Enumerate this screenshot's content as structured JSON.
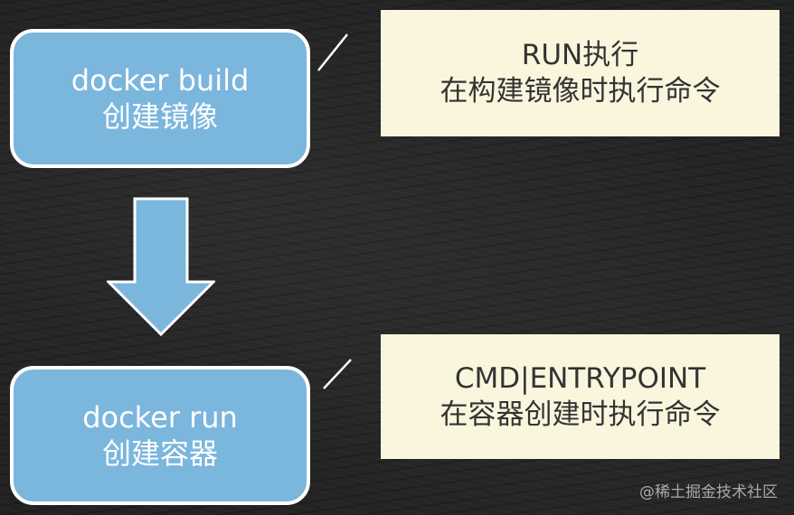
{
  "build_step": {
    "command": "docker build",
    "description": "创建镜像"
  },
  "run_step": {
    "command": "docker run",
    "description": "创建容器"
  },
  "run_note": {
    "title": "RUN执行",
    "description": "在构建镜像时执行命令"
  },
  "cmd_note": {
    "title": "CMD|ENTRYPOINT",
    "description": "在容器创建时执行命令"
  },
  "watermark": "@稀土掘金技术社区",
  "colors": {
    "step_fill": "#7bb6dd",
    "step_border": "#ffffff",
    "note_fill": "#faf6de",
    "background": "#222222"
  }
}
